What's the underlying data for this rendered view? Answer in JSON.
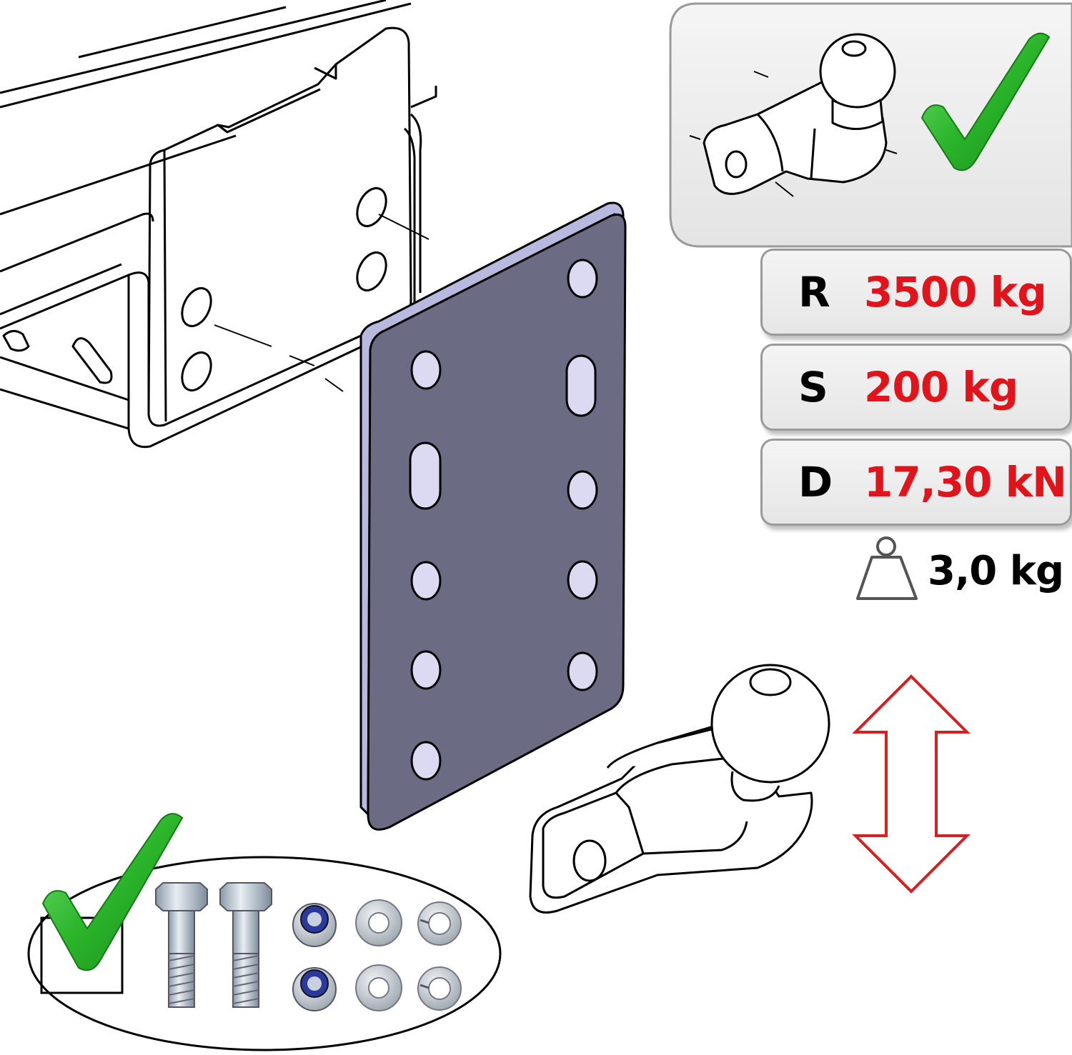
{
  "specs": [
    {
      "letter": "R",
      "value": "3500 kg"
    },
    {
      "letter": "S",
      "value": "200 kg"
    },
    {
      "letter": "D",
      "value": "17,30 kN"
    }
  ],
  "weight": {
    "value": "3,0 kg",
    "icon": "weight-icon"
  },
  "colors": {
    "plate": "#6c6b84",
    "plate_edge": "#b9b8de",
    "spec_value": "#e0141a",
    "checkmark": "#2bb52b",
    "arrow": "#d42020"
  },
  "icons": [
    "tow-ball-icon",
    "checkmark-icon",
    "double-arrow-icon",
    "weight-icon",
    "bolt-icon",
    "lock-nut-icon",
    "washer-icon",
    "spring-washer-icon"
  ]
}
